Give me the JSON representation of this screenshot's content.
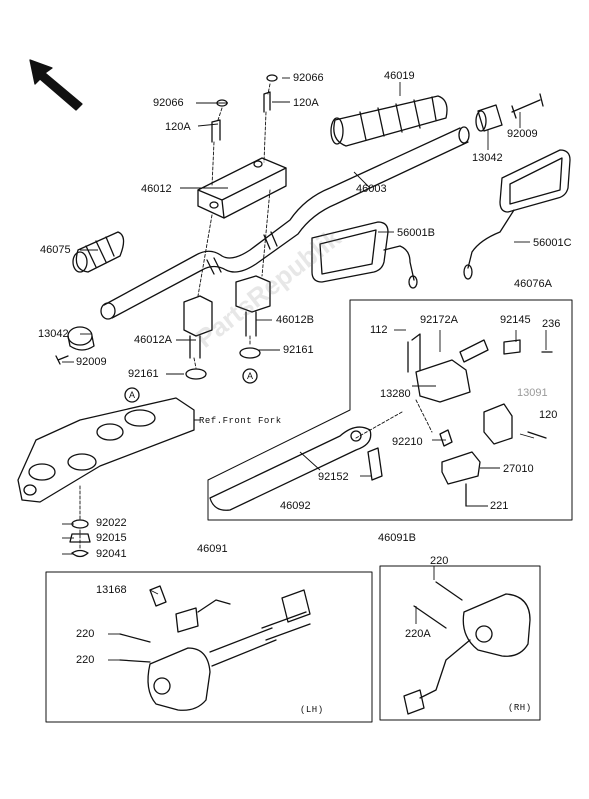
{
  "parts": {
    "p92066_top": "92066",
    "p46019": "46019",
    "p92066_left": "92066",
    "p120A_top": "120A",
    "p120A_left": "120A",
    "p92009_top": "92009",
    "p13042_top": "13042",
    "p46012": "46012",
    "p46003": "46003",
    "p46075": "46075",
    "p56001B": "56001B",
    "p56001C": "56001C",
    "p46076A": "46076A",
    "p13042_left": "13042",
    "p92009_left": "92009",
    "p46012A": "46012A",
    "p46012B": "46012B",
    "p112": "112",
    "p92172A": "92172A",
    "p92145": "92145",
    "p236": "236",
    "p92161_right": "92161",
    "p92161_left": "92161",
    "p13280": "13280",
    "p13091": "13091",
    "p120": "120",
    "p92210": "92210",
    "p27010": "27010",
    "p92152": "92152",
    "p46092": "46092",
    "p221": "221",
    "p92022": "92022",
    "p92015": "92015",
    "p92041": "92041",
    "p46091": "46091",
    "p46091B": "46091B",
    "p13168": "13168",
    "p220_a": "220",
    "p220_b": "220",
    "p220_rh": "220",
    "p220A": "220A"
  },
  "ref_label": "Ref.Front Fork",
  "circle_marker": "A",
  "lh_label": "(LH)",
  "rh_label": "(RH)",
  "watermark": "PartsRepublik"
}
